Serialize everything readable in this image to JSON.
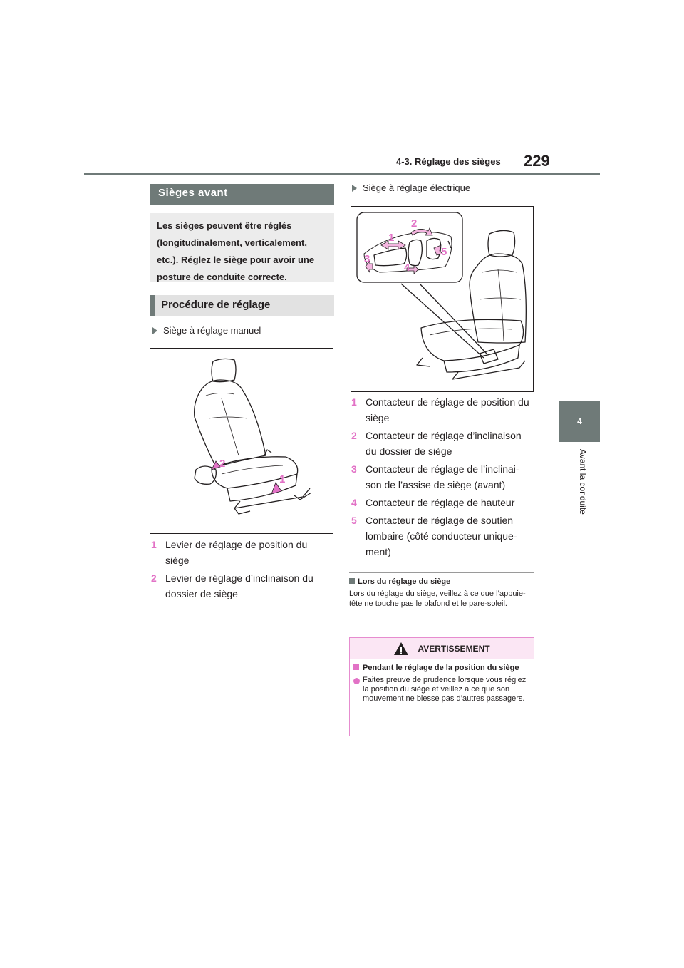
{
  "header": {
    "section": "4-3. Réglage des sièges",
    "page_number": "229"
  },
  "side_tab": {
    "number": "4",
    "label": "Avant la conduite"
  },
  "title": "Sièges avant",
  "intro": "Les sièges peuvent être réglés (longitudinalement, verticalement, etc.). Réglez le siège pour avoir une posture de conduite correcte.",
  "procedure_title": "Procédure de réglage",
  "manual": {
    "heading": "Siège à réglage manuel",
    "callouts": [
      "1",
      "2"
    ],
    "items": [
      {
        "num": "1",
        "text": "Levier de réglage de position du siège"
      },
      {
        "num": "2",
        "text": "Levier de réglage d’inclinaison du dossier de siège"
      }
    ]
  },
  "electric": {
    "heading": "Siège à réglage électrique",
    "callouts": [
      "1",
      "2",
      "3",
      "4",
      "5"
    ],
    "items": [
      {
        "num": "1",
        "text": "Contacteur de réglage de position du siège"
      },
      {
        "num": "2",
        "text": "Contacteur de réglage d’inclinaison du dossier de siège"
      },
      {
        "num": "3",
        "text": "Contacteur de réglage de l’inclinai-son de l’assise de siège (avant)"
      },
      {
        "num": "4",
        "text": "Contacteur de réglage de hauteur"
      },
      {
        "num": "5",
        "text": "Contacteur de réglage de soutien lombaire (côté conducteur unique-ment)"
      }
    ]
  },
  "note": {
    "title": "Lors du réglage du siège",
    "body": "Lors du réglage du siège, veillez à ce que l’appuie-tête ne touche pas le plafond et le pare-soleil."
  },
  "warning": {
    "heading": "AVERTISSEMENT",
    "subheading": "Pendant le réglage de la position du siège",
    "text": "Faites preuve de prudence lorsque vous réglez la position du siège et veillez à ce que son mouvement ne blesse pas d’autres passagers."
  },
  "colors": {
    "accent": "#e272c6",
    "gray_bar": "#6f7a78"
  }
}
